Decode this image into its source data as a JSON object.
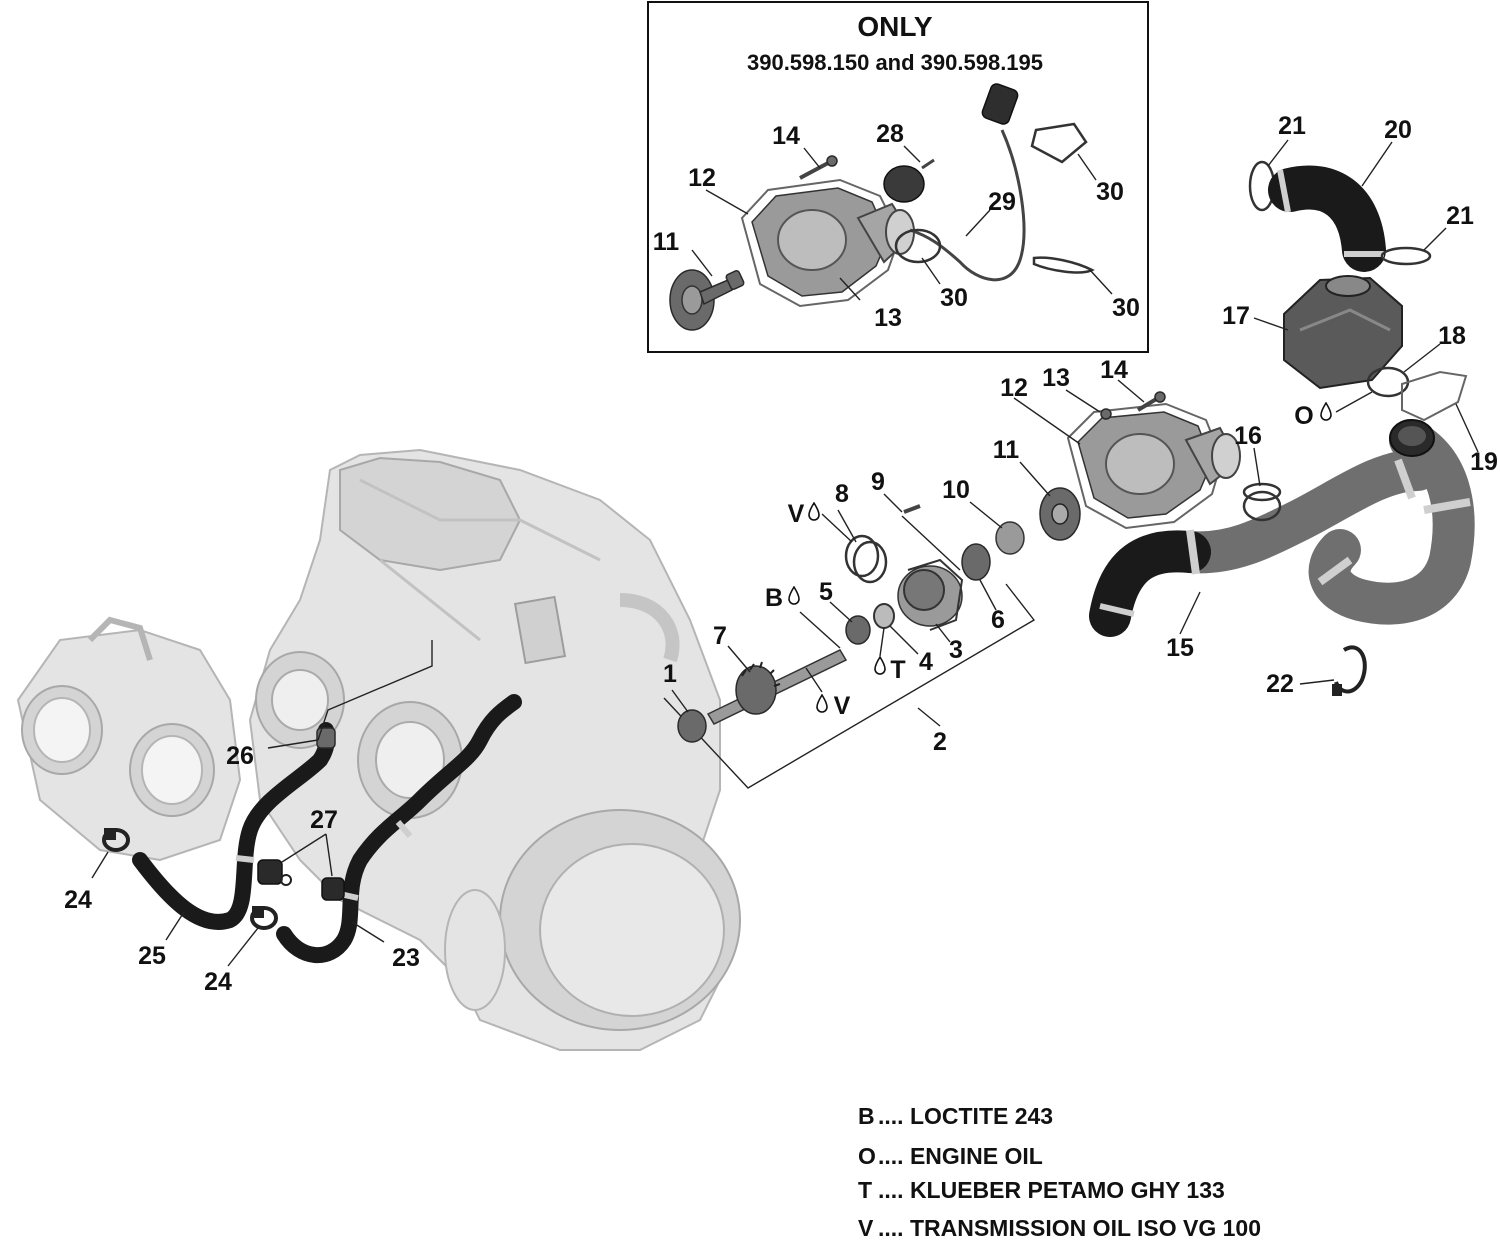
{
  "inset": {
    "title": "ONLY",
    "subtitle": "390.598.150 and 390.598.195"
  },
  "callouts": {
    "c1": "1",
    "c2": "2",
    "c3": "3",
    "c4": "4",
    "c5": "5",
    "c6": "6",
    "c7": "7",
    "c8": "8",
    "c9": "9",
    "c10": "10",
    "c11": "11",
    "c12": "12",
    "c13": "13",
    "c14": "14",
    "c15": "15",
    "c16": "16",
    "c17": "17",
    "c18": "18",
    "c19": "19",
    "c20": "20",
    "c21a": "21",
    "c21b": "21",
    "c22": "22",
    "c23": "23",
    "c24a": "24",
    "c24b": "24",
    "c25": "25",
    "c26": "26",
    "c27": "27",
    "i11": "11",
    "i12": "12",
    "i13": "13",
    "i14": "14",
    "i28": "28",
    "i29": "29",
    "i30a": "30",
    "i30b": "30",
    "i30c": "30"
  },
  "lubricant_marks": {
    "b": "B",
    "o": "O",
    "t": "T",
    "v1": "V",
    "v2": "V"
  },
  "legend": [
    {
      "code": "B",
      "text": ".... LOCTITE 243"
    },
    {
      "code": "O",
      "text": ".... ENGINE OIL"
    },
    {
      "code": "T",
      "text": ".... KLUEBER PETAMO GHY 133"
    },
    {
      "code": "V",
      "text": ".... TRANSMISSION OIL ISO VG 100"
    }
  ]
}
